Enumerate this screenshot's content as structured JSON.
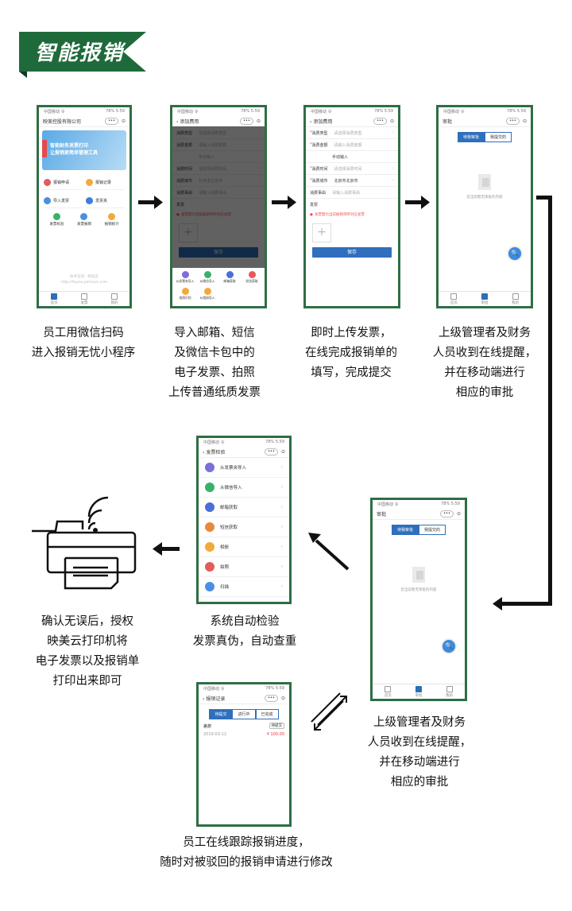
{
  "title": "智能报销",
  "status": {
    "left": "中国移动 令",
    "right": "78% 5:59"
  },
  "phone1": {
    "company": "映美控股有限公司",
    "banner_line1": "智能财务发票打印",
    "banner_line2": "让报销更简单管理工具",
    "menu": [
      "报销申请",
      "报销记录",
      "导入发票",
      "发票夹"
    ],
    "menu3": [
      "发票校验",
      "发票报销",
      "报销统计"
    ],
    "footer_line1": "技术支持：映美云",
    "footer_line2": "http://fapiao.jolimark.com",
    "tabs": [
      "首页",
      "发票",
      "我的"
    ]
  },
  "form": {
    "title": "添加费用",
    "fields": [
      {
        "label": "消费类型",
        "value": "请选择消费类型",
        "required": true
      },
      {
        "label": "消费金额",
        "value": "请输入消费金额",
        "required": true
      },
      {
        "label": "",
        "value": "手动输入",
        "required": false
      },
      {
        "label": "消费时间",
        "value": "请选择消费时间",
        "required": true
      },
      {
        "label": "消费城市",
        "value": "北京市北京市",
        "required": true
      },
      {
        "label": "消费事由",
        "value": "请输入消费事由",
        "required": false
      }
    ],
    "attach": "发票",
    "notice": "发票需为当前报销单所对应发票",
    "save": "保存",
    "sheet": [
      "从发票夹导入",
      "从微信导入",
      "邮箱获取",
      "短信获取",
      "拍照识别",
      "从相册导入"
    ]
  },
  "approval": {
    "title": "审批",
    "seg_on": "待我审批",
    "seg_off": "我提交的",
    "empty": "您当前暂无审批的内容",
    "tabs": [
      "首页",
      "审批",
      "我的"
    ],
    "fab": "🔍"
  },
  "check": {
    "title": "发票检验",
    "items": [
      "从发票夹导入",
      "从微信导入",
      "邮箱获取",
      "短信获取",
      "相册",
      "拍照",
      "扫描"
    ]
  },
  "records": {
    "title": "报销记录",
    "segs": [
      "待提交",
      "进行中",
      "已完成"
    ],
    "row_label": "差旅",
    "row_tag": "待提交",
    "row_date": "2019-03-12",
    "row_amount": "¥ 100.00"
  },
  "captions": {
    "c1": [
      "员工用微信扫码",
      "进入报销无忧小程序"
    ],
    "c2": [
      "导入邮箱、短信",
      "及微信卡包中的",
      "电子发票、拍照",
      "上传普通纸质发票"
    ],
    "c3": [
      "即时上传发票，",
      "在线完成报销单的",
      "填写，完成提交"
    ],
    "c4": [
      "上级管理者及财务",
      "人员收到在线提醒，",
      "并在移动端进行",
      "相应的审批"
    ],
    "c5": [
      "上级管理者及财务",
      "人员收到在线提醒，",
      "并在移动端进行",
      "相应的审批"
    ],
    "c6": [
      "系统自动检验",
      "发票真伪，自动查重"
    ],
    "c7": [
      "确认无误后，授权",
      "映美云打印机将",
      "电子发票以及报销单",
      "打印出来即可"
    ],
    "c8": [
      "员工在线跟踪报销进度，",
      "随时对被驳回的报销申请进行修改"
    ]
  },
  "colors": {
    "frame": "#2e6e44",
    "banner": "#1f6a3a",
    "accent": "#2f6fbd"
  }
}
